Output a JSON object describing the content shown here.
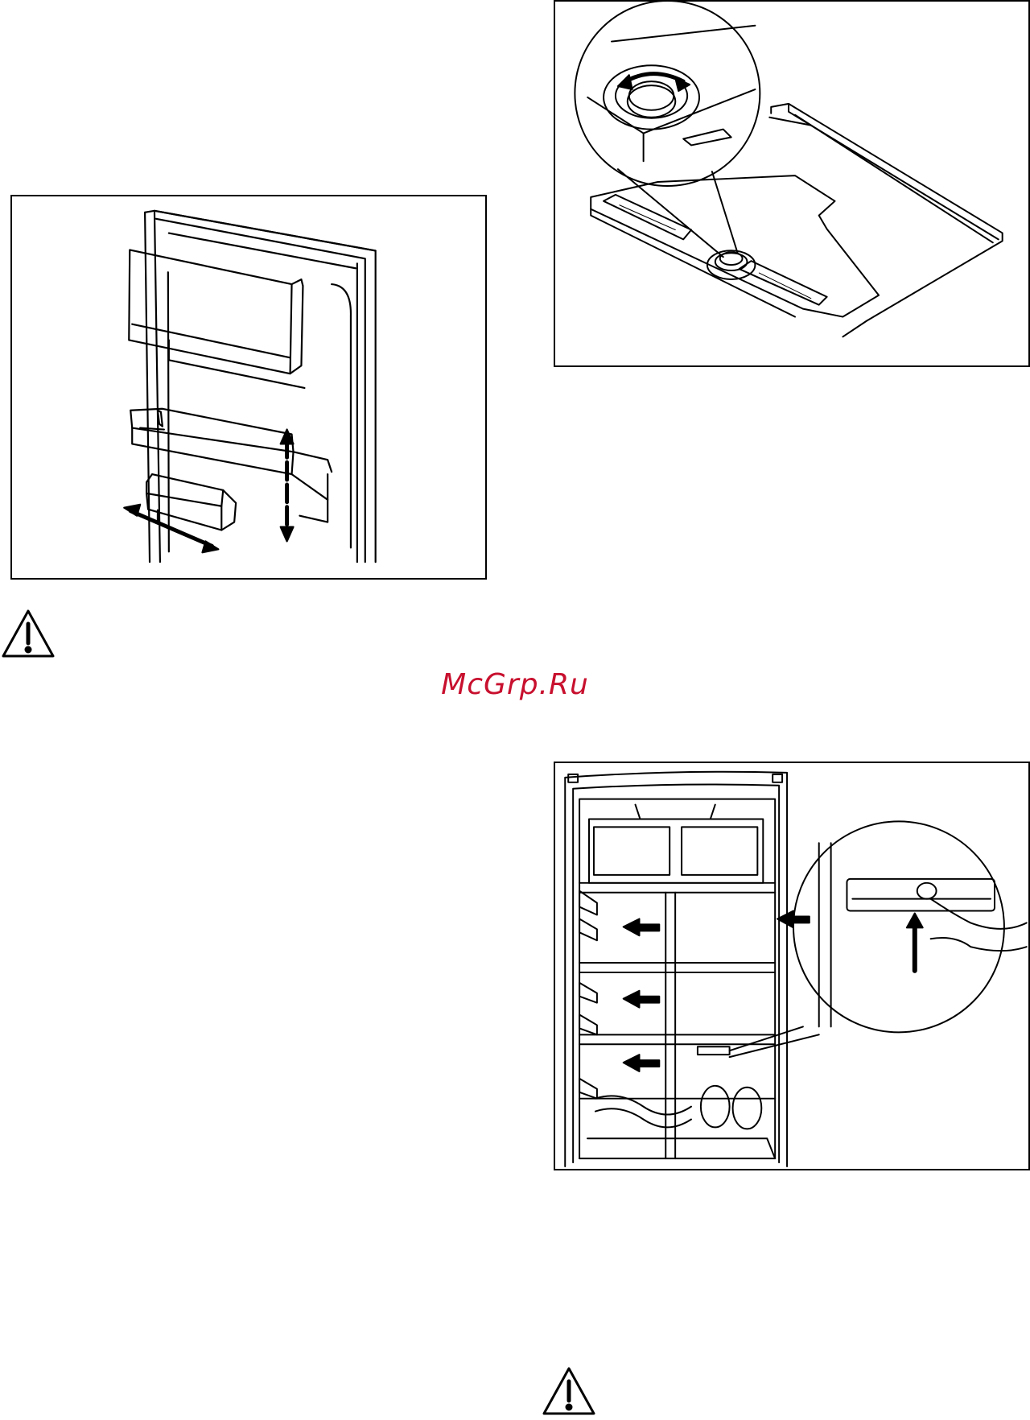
{
  "watermark": {
    "text": "McGrp.Ru",
    "color": "#c8102e"
  },
  "figures": [
    {
      "name": "door-shelves-figure",
      "icon": "door-bins-adjust-illustration"
    },
    {
      "name": "cover-shelf-figure",
      "icon": "thermostat-knob-rotate-illustration"
    },
    {
      "name": "fridge-interior-figure",
      "icon": "shelf-removal-illustration"
    }
  ],
  "warnings": [
    {
      "icon": "warning-triangle-icon"
    },
    {
      "icon": "warning-triangle-icon"
    }
  ]
}
